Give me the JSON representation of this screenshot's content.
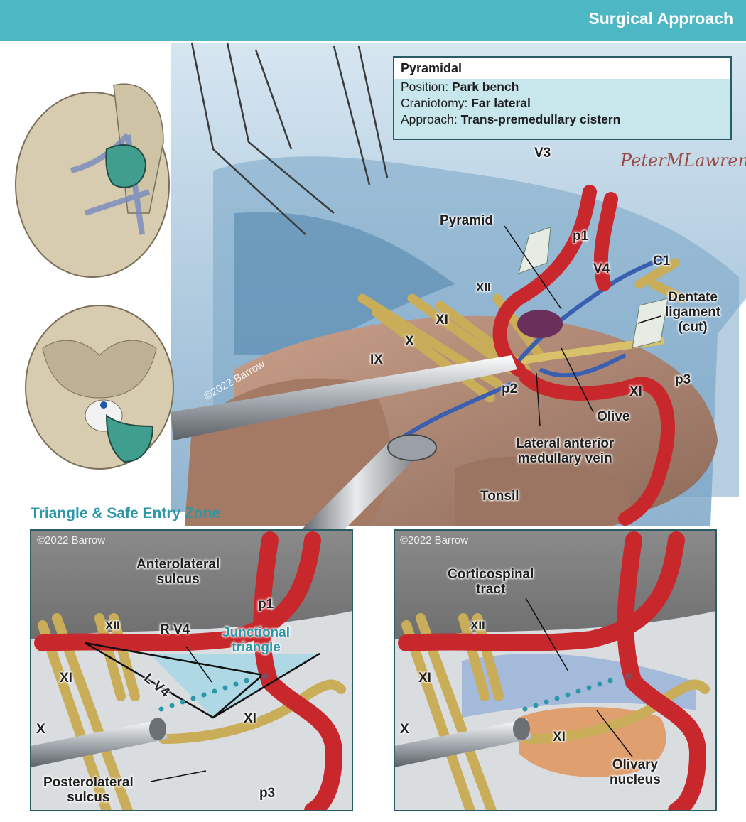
{
  "header": {
    "title": "Surgical Approach"
  },
  "infobox": {
    "title": "Pyramidal",
    "rows": [
      {
        "label": "Position: ",
        "value": "Park bench"
      },
      {
        "label": "Craniotomy: ",
        "value": "Far lateral"
      },
      {
        "label": "Approach: ",
        "value": "Trans-premedullary cistern"
      }
    ]
  },
  "signature": "PeterMLawrence",
  "main_labels": {
    "v3": "V3",
    "pyramid": "Pyramid",
    "p1": "p1",
    "c1": "C1",
    "v4": "V4",
    "xii": "XII",
    "dentate": "Dentate\nligament\n(cut)",
    "xi_top": "XI",
    "x": "X",
    "ix": "IX",
    "p2": "p2",
    "xi_right": "XI",
    "p3": "p3",
    "olive": "Olive",
    "lamv": "Lateral anterior\nmedullary vein",
    "tonsil": "Tonsil",
    "watermark": "©2022 Barrow"
  },
  "section_title": "Triangle & Safe Entry Zone",
  "inset_left": {
    "copyright": "©2022 Barrow",
    "labels": {
      "anterolateral": "Anterolateral\nsulcus",
      "p1": "p1",
      "xii": "XII",
      "rv4": "R V4",
      "junctional": "Junctional\ntriangle",
      "xi_left": "XI",
      "lv4": "L V4",
      "xi_bottom": "XI",
      "x": "X",
      "posterolateral": "Posterolateral\nsulcus",
      "p3": "p3"
    }
  },
  "inset_right": {
    "copyright": "©2022 Barrow",
    "labels": {
      "corticospinal": "Corticospinal\ntract",
      "xii": "XII",
      "xi_left": "XI",
      "x": "X",
      "xi_bottom": "XI",
      "olivary": "Olivary\nnucleus"
    }
  },
  "colors": {
    "header": "#4db8c4",
    "teal_text": "#2b97a8",
    "artery": "#c8282c",
    "nerve": "#d9c06a",
    "vein": "#3a5fb0",
    "brainstem": "#b98a74",
    "dura": "#b9d3e6"
  }
}
